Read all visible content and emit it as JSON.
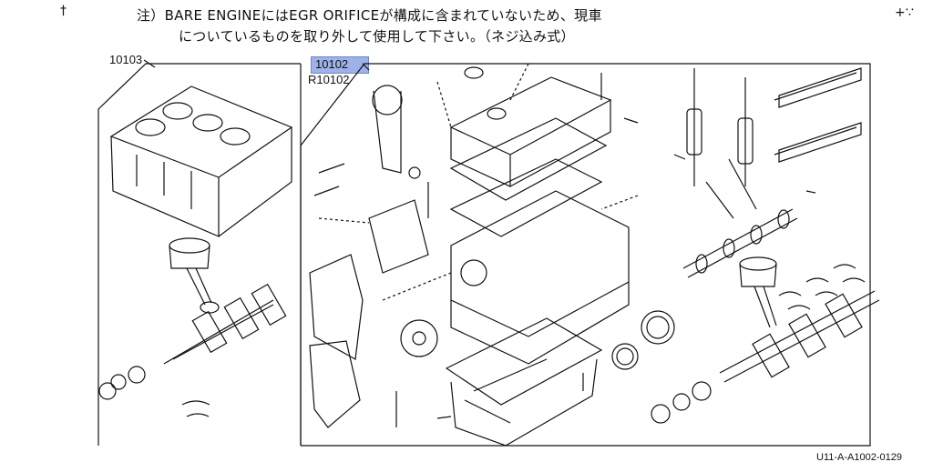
{
  "note": {
    "line1": "注）BARE ENGINEにはEGR ORIFICEが構成に含まれていないため、現車",
    "line2": "についているものを取り外して使用して下さい。（ネジ込み式）"
  },
  "labels": {
    "block": "10103",
    "assembly": "10102",
    "assembly_reman": "R10102"
  },
  "footer_code": "U11-A-A1002-0129",
  "colors": {
    "highlight": "#9db2e8",
    "line": "#111111"
  }
}
